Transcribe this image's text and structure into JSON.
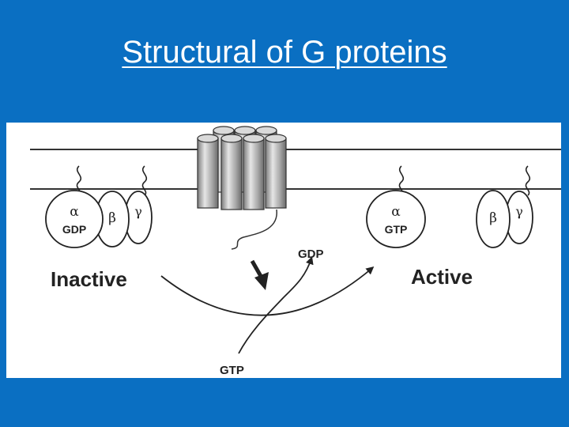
{
  "slide": {
    "title": "Structural of G proteins"
  },
  "diagram": {
    "inactive_label": "Inactive",
    "active_label": "Active",
    "gdp_out_label": "GDP",
    "gtp_in_label": "GTP",
    "inactive_complex": {
      "alpha": "α",
      "alpha_nucleotide": "GDP",
      "beta": "β",
      "gamma": "γ"
    },
    "active_alpha": {
      "alpha": "α",
      "nucleotide": "GTP"
    },
    "active_beta_gamma": {
      "beta": "β",
      "gamma": "γ"
    }
  }
}
